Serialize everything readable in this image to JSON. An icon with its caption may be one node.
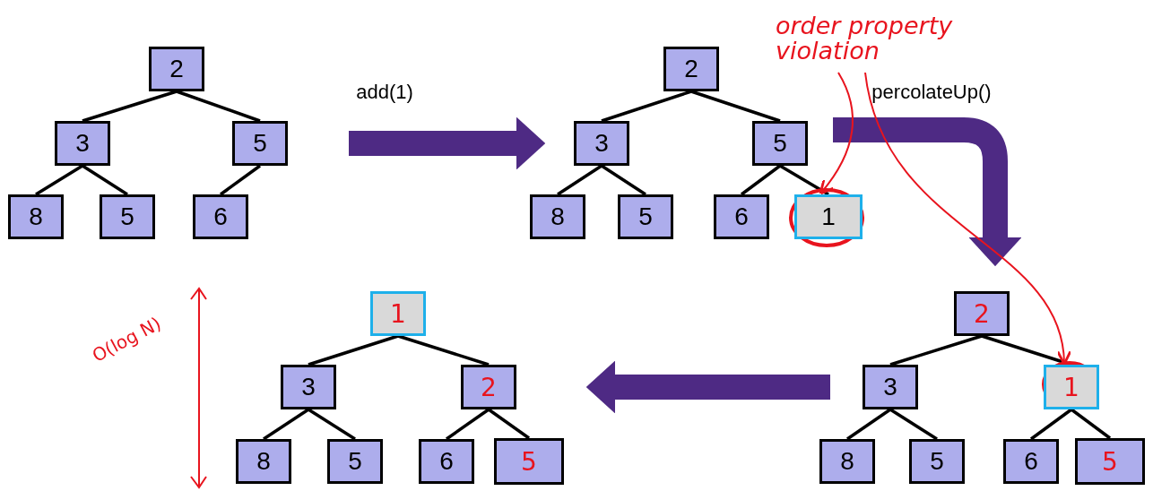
{
  "diagram": {
    "nodes": [
      {
        "text": [
          "2"
        ]
      },
      {
        "text": [
          "3"
        ]
      },
      {
        "text": [
          "5"
        ]
      },
      {
        "text": [
          "8"
        ]
      },
      {
        "text": [
          "5"
        ]
      },
      {
        "text": [
          "6"
        ]
      },
      {
        "text": [
          "2"
        ]
      },
      {
        "text": [
          "3"
        ]
      },
      {
        "text": [
          "5"
        ]
      },
      {
        "text": [
          "8"
        ]
      },
      {
        "text": [
          "5"
        ]
      },
      {
        "text": [
          "6"
        ]
      },
      {
        "text": [
          "1"
        ]
      },
      {
        "text": [
          "2"
        ]
      },
      {
        "text": [
          "3"
        ]
      },
      {
        "text": [
          "1"
        ]
      },
      {
        "text": [
          "8"
        ]
      },
      {
        "text": [
          "5"
        ]
      },
      {
        "text": [
          "6"
        ]
      },
      {
        "text": [
          "5"
        ]
      },
      {
        "text": [
          "1"
        ]
      },
      {
        "text": [
          "3"
        ]
      },
      {
        "text": [
          "2"
        ]
      },
      {
        "text": [
          "8"
        ]
      },
      {
        "text": [
          "5"
        ]
      },
      {
        "text": [
          "6"
        ]
      },
      {
        "text": [
          "5"
        ]
      },
      {
        "text": [
          "order property violation"
        ]
      }
    ],
    "edges": [
      {
        "from": 0,
        "to": 1,
        "arrow": "none"
      },
      {
        "from": 0,
        "to": 2,
        "arrow": "none"
      },
      {
        "from": 1,
        "to": 3,
        "arrow": "none"
      },
      {
        "from": 1,
        "to": 4,
        "arrow": "none"
      },
      {
        "from": 2,
        "to": 5,
        "arrow": "none"
      },
      {
        "from": 6,
        "to": 7,
        "arrow": "none"
      },
      {
        "from": 6,
        "to": 8,
        "arrow": "none"
      },
      {
        "from": 7,
        "to": 9,
        "arrow": "none"
      },
      {
        "from": 7,
        "to": 10,
        "arrow": "none"
      },
      {
        "from": 8,
        "to": 11,
        "arrow": "none"
      },
      {
        "from": 8,
        "to": 12,
        "arrow": "none"
      },
      {
        "from": 13,
        "to": 14,
        "arrow": "none"
      },
      {
        "from": 13,
        "to": 15,
        "arrow": "none"
      },
      {
        "from": 14,
        "to": 16,
        "arrow": "none"
      },
      {
        "from": 14,
        "to": 17,
        "arrow": "none"
      },
      {
        "from": 15,
        "to": 18,
        "arrow": "none"
      },
      {
        "from": 15,
        "to": 19,
        "arrow": "none"
      },
      {
        "from": 20,
        "to": 21,
        "arrow": "none"
      },
      {
        "from": 20,
        "to": 22,
        "arrow": "none"
      },
      {
        "from": 21,
        "to": 23,
        "arrow": "none"
      },
      {
        "from": 21,
        "to": 24,
        "arrow": "none"
      },
      {
        "from": 22,
        "to": 25,
        "arrow": "none"
      },
      {
        "from": 22,
        "to": 26,
        "arrow": "none"
      },
      {
        "from": 2,
        "to": 7,
        "arrow": "to",
        "label": "add(1)",
        "style": "thick",
        "color": "#4e2a84"
      },
      {
        "from": 8,
        "to": 13,
        "arrow": "to",
        "label": "percolateUp()",
        "style": "thick",
        "color": "#4e2a84"
      },
      {
        "from": 14,
        "to": 22,
        "arrow": "to",
        "style": "thick",
        "color": "#4e2a84"
      },
      {
        "from": 27,
        "to": 12,
        "arrow": "to",
        "color": "#e8141e"
      },
      {
        "from": 27,
        "to": 15,
        "arrow": "to",
        "color": "#e8141e"
      }
    ],
    "labels": [
      "O(log N)"
    ]
  }
}
